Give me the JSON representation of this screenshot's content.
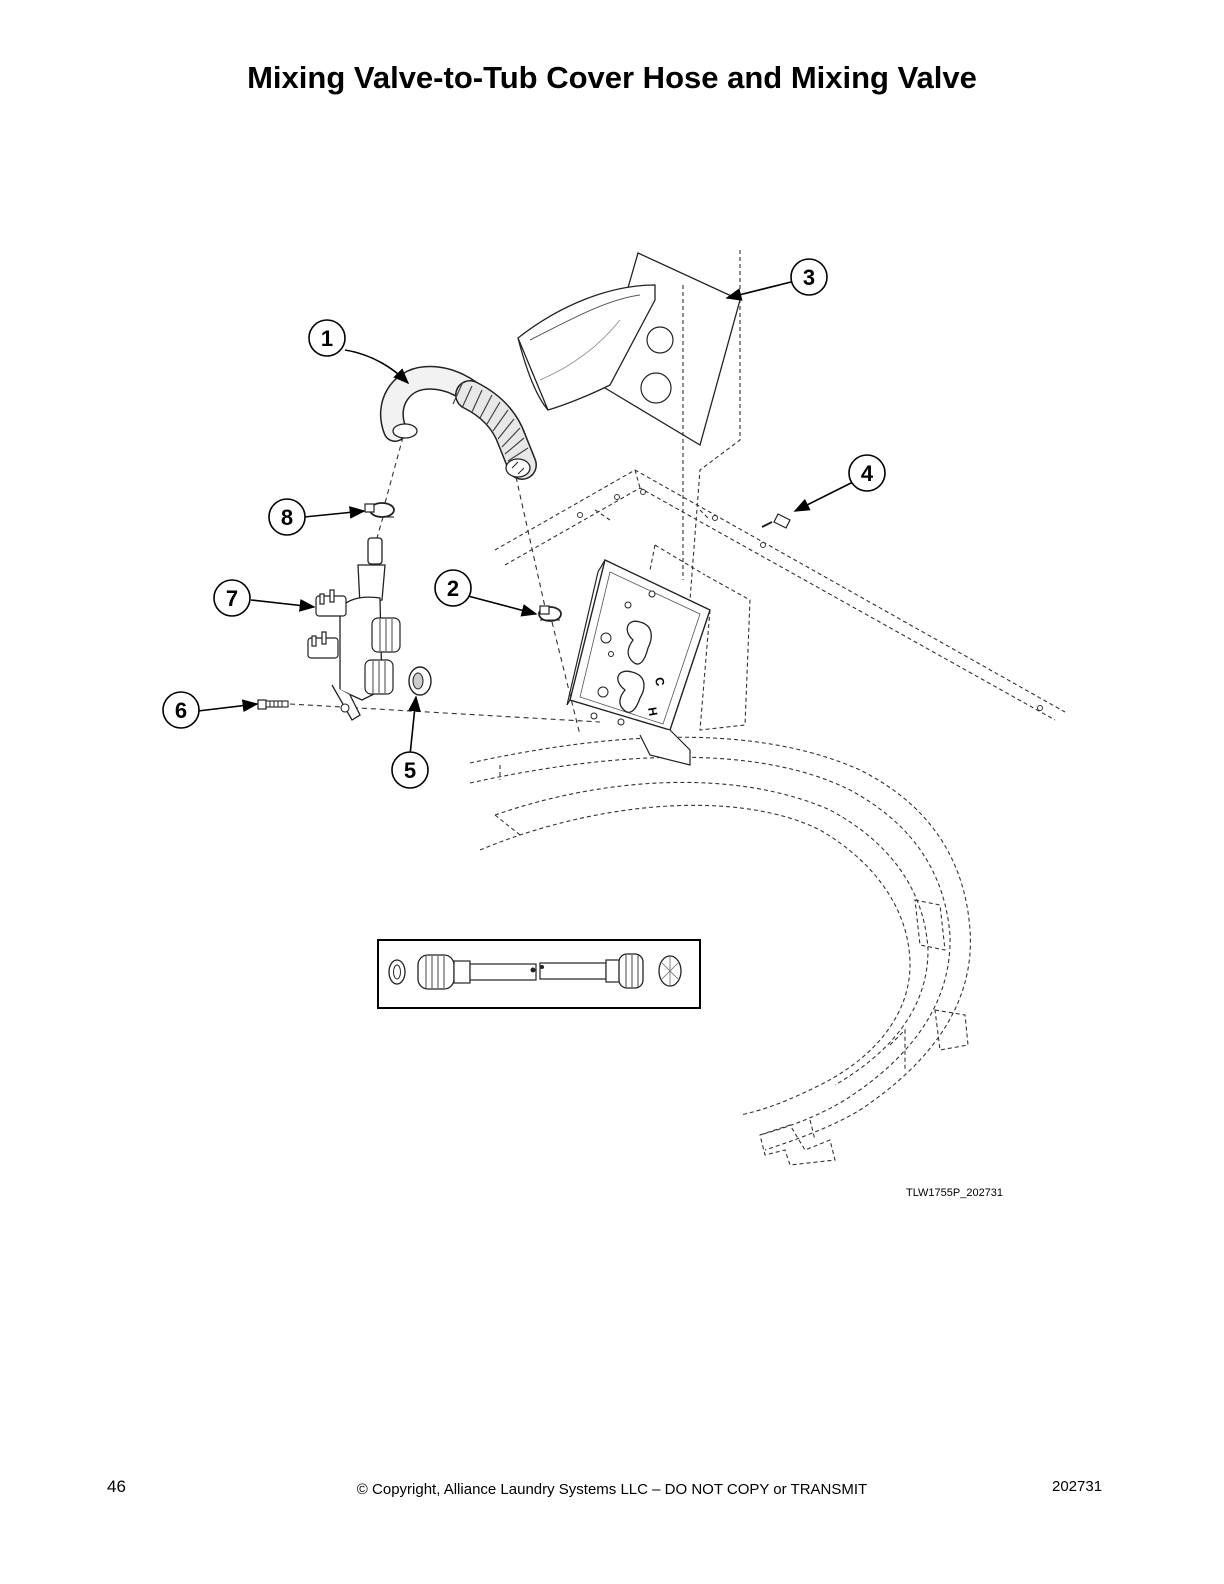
{
  "page": {
    "title": "Mixing Valve-to-Tub Cover Hose and Mixing Valve",
    "figure_code": "TLW1755P_202731",
    "page_number": "46",
    "copyright": "© Copyright, Alliance Laundry Systems LLC – DO NOT COPY or TRANSMIT",
    "document_number": "202731"
  },
  "callouts": [
    "1",
    "2",
    "3",
    "4",
    "5",
    "6",
    "7",
    "8"
  ],
  "inset_labels": {
    "valve_plate_c": "C",
    "valve_plate_h": "H"
  },
  "icons": {
    "hose": "hose-icon",
    "clamp": "hose-clamp-icon",
    "bracket": "valve-bracket-icon",
    "screw": "screw-icon",
    "screen": "inlet-screen-icon",
    "valve": "mixing-valve-icon"
  }
}
